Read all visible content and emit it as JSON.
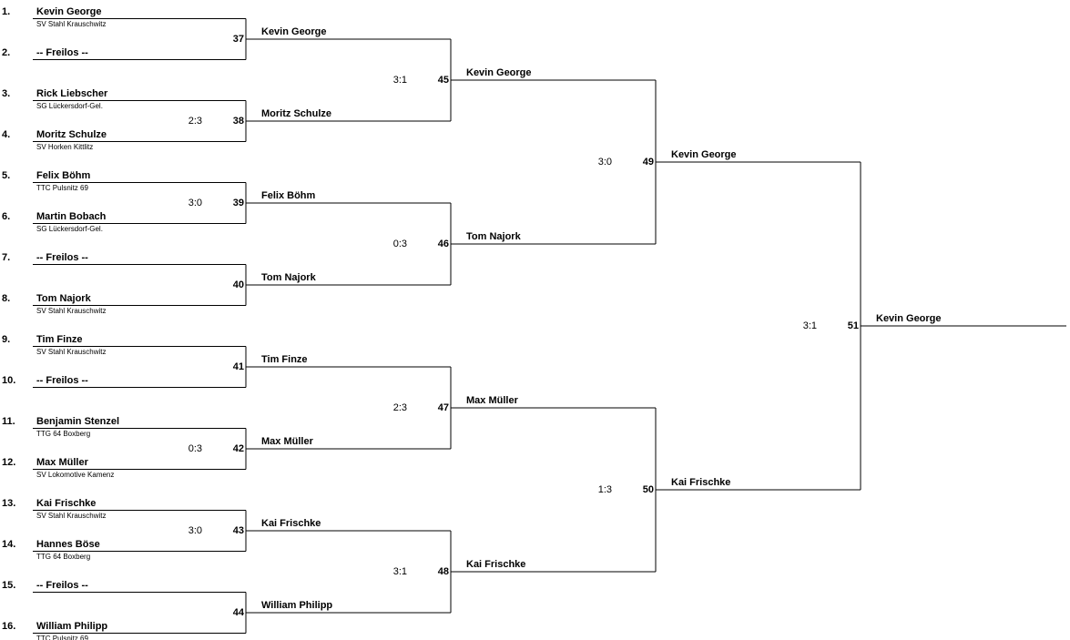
{
  "colors": {
    "line": "#000000",
    "text": "#000000",
    "background": "#ffffff"
  },
  "entries": [
    {
      "seed": "1.",
      "name": "Kevin George",
      "club": "SV Stahl Krauschwitz"
    },
    {
      "seed": "2.",
      "name": "-- Freilos --",
      "club": ""
    },
    {
      "seed": "3.",
      "name": "Rick Liebscher",
      "club": "SG Lückersdorf-Gel."
    },
    {
      "seed": "4.",
      "name": "Moritz Schulze",
      "club": "SV Horken Kittlitz"
    },
    {
      "seed": "5.",
      "name": "Felix Böhm",
      "club": "TTC Pulsnitz 69"
    },
    {
      "seed": "6.",
      "name": "Martin Bobach",
      "club": "SG Lückersdorf-Gel."
    },
    {
      "seed": "7.",
      "name": "-- Freilos --",
      "club": ""
    },
    {
      "seed": "8.",
      "name": "Tom Najork",
      "club": "SV Stahl Krauschwitz"
    },
    {
      "seed": "9.",
      "name": "Tim Finze",
      "club": "SV Stahl Krauschwitz"
    },
    {
      "seed": "10.",
      "name": "-- Freilos --",
      "club": ""
    },
    {
      "seed": "11.",
      "name": "Benjamin Stenzel",
      "club": "TTG 64 Boxberg"
    },
    {
      "seed": "12.",
      "name": "Max Müller",
      "club": "SV Lokomotive Kamenz"
    },
    {
      "seed": "13.",
      "name": "Kai Frischke",
      "club": "SV Stahl Krauschwitz"
    },
    {
      "seed": "14.",
      "name": "Hannes Böse",
      "club": "TTG 64 Boxberg"
    },
    {
      "seed": "15.",
      "name": "-- Freilos --",
      "club": ""
    },
    {
      "seed": "16.",
      "name": "William Philipp",
      "club": "TTC Pulsnitz 69"
    }
  ],
  "rounds": [
    [
      {
        "match": "37",
        "score": "",
        "winner": "Kevin George"
      },
      {
        "match": "38",
        "score": "2:3",
        "winner": "Moritz Schulze"
      },
      {
        "match": "39",
        "score": "3:0",
        "winner": "Felix Böhm"
      },
      {
        "match": "40",
        "score": "",
        "winner": "Tom Najork"
      },
      {
        "match": "41",
        "score": "",
        "winner": "Tim Finze"
      },
      {
        "match": "42",
        "score": "0:3",
        "winner": "Max Müller"
      },
      {
        "match": "43",
        "score": "3:0",
        "winner": "Kai Frischke"
      },
      {
        "match": "44",
        "score": "",
        "winner": "William Philipp"
      }
    ],
    [
      {
        "match": "45",
        "score": "3:1",
        "winner": "Kevin George"
      },
      {
        "match": "46",
        "score": "0:3",
        "winner": "Tom Najork"
      },
      {
        "match": "47",
        "score": "2:3",
        "winner": "Max Müller"
      },
      {
        "match": "48",
        "score": "3:1",
        "winner": "Kai Frischke"
      }
    ],
    [
      {
        "match": "49",
        "score": "3:0",
        "winner": "Kevin George"
      },
      {
        "match": "50",
        "score": "1:3",
        "winner": "Kai Frischke"
      }
    ],
    [
      {
        "match": "51",
        "score": "3:1",
        "winner": "Kevin George"
      }
    ]
  ]
}
